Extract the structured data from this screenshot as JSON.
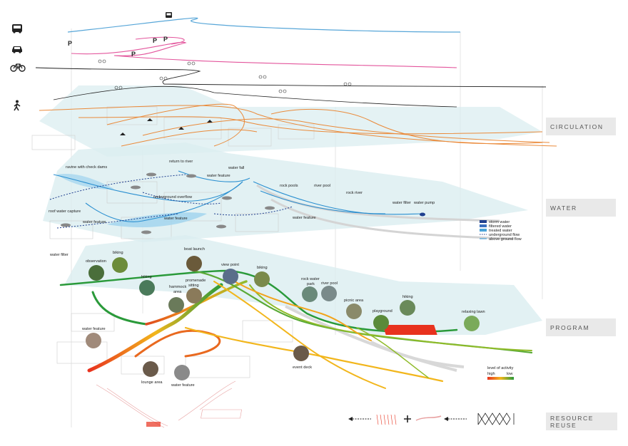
{
  "layers": {
    "circulation": "CIRCULATION",
    "water": "WATER",
    "program": "PROGRAM",
    "resource_reuse": "RESOURCE REUSE"
  },
  "modes": [
    "bus-icon",
    "car-icon",
    "bicycle-icon",
    "pedestrian-icon"
  ],
  "parking_symbol": "P",
  "water_labels": {
    "ravine": "ravine with check dams",
    "return": "return to river",
    "feature_top": "water feature",
    "fall": "water fall",
    "overflow": "underground overflow",
    "rock_pools": "rock pools",
    "river_pool": "river pool",
    "rock_river": "rock river",
    "filter_right": "water filter",
    "pump": "water pump",
    "roof": "roof water capture",
    "feature_left": "water feature",
    "feature_mid": "water feature",
    "feature_right": "water feature",
    "filter_left": "water filter"
  },
  "water_legend": [
    "storm water",
    "filtered water",
    "treated water",
    "underground flow",
    "above ground flow"
  ],
  "water_colors": {
    "storm": "#1f3f8f",
    "filtered": "#3a6fbf",
    "treated": "#4aa3d8",
    "flow": "#2a8fd0"
  },
  "program_labels": {
    "observation": "observation",
    "biking1": "biking",
    "boat": "boat launch",
    "viewpoint": "view point",
    "biking2": "biking",
    "hiking1": "hiking",
    "promenade": "promenade",
    "sitting": "sitting",
    "hammock": "hammock",
    "area": "area",
    "rockwater": "rock water",
    "park": "park",
    "riverpool": "river pool",
    "picnic": "picnic area",
    "playground": "playground",
    "hiking2": "hiking",
    "lawn": "relaxing lawn",
    "feature": "water feature",
    "lounge": "lounge area",
    "feature2": "water feature",
    "event": "event deck"
  },
  "activity_legend": {
    "title": "level of activity",
    "high": "high",
    "low": "low"
  },
  "activity_colors": {
    "high": "#e8321e",
    "mid": "#f2b61c",
    "low": "#2a9a3a"
  }
}
